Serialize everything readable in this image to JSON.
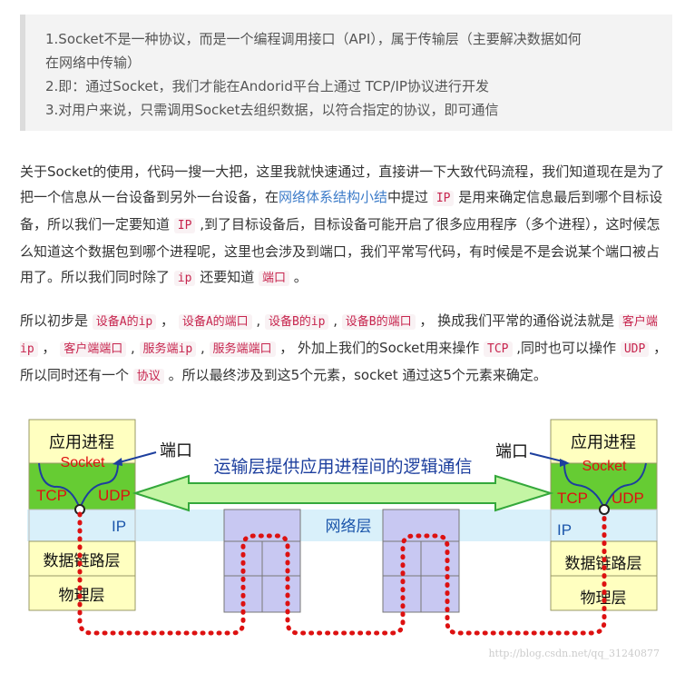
{
  "intro_quote": {
    "lines": [
      "1.Socket不是一种协议，而是一个编程调用接口（API），属于传输层（主要解决数据如何",
      "在网络中传输）",
      "2.即：通过Socket，我们才能在Andorid平台上通过 TCP/IP协议进行开发",
      "3.对用户来说，只需调用Socket去组织数据，以符合指定的协议，即可通信"
    ]
  },
  "para1": {
    "t1": "关于Socket的使用，代码一搜一大把，这里我就快速通过，直接讲一下大致代码流程，我们知道现在是为了把一个信息从一台设备到另外一台设备，在",
    "link": "网络体系结构小结",
    "t2": "中提过 ",
    "c1": "IP",
    "t3": " 是用来确定信息最后到哪个目标设备，所以我们一定要知道 ",
    "c2": "IP",
    "t4": " ,到了目标设备后，目标设备可能开启了很多应用程序（多个进程），这时候怎么知道这个数据包到哪个进程呢，这里也会涉及到端口，我们平常写代码，有时候是不是会说某个端口被占用了。所以我们同时除了 ",
    "c3": "ip",
    "t5": " 还要知道 ",
    "c4": "端口",
    "t6": " 。"
  },
  "para2": {
    "t1": "所以初步是 ",
    "c1": "设备A的ip",
    "t2": " ， ",
    "c2": "设备A的端口",
    "t3": " , ",
    "c3": "设备B的ip",
    "t4": " , ",
    "c4": "设备B的端口",
    "t5": " ， 换成我们平常的通俗说法就是 ",
    "c5": "客户端ip",
    "t6": " ， ",
    "c6": "客户端端口",
    "t7": " , ",
    "c7": "服务端ip",
    "t8": " , ",
    "c8": "服务端端口",
    "t9": " ， 外加上我们的Socket用来操作 ",
    "c9": "TCP",
    "t10": " ,同时也可以操作 ",
    "c10": "UDP",
    "t11": " ，所以同时还有一个 ",
    "c11": "协议",
    "t12": " 。所以最终涉及到这5个元素，socket 通过这5个元素来确定。"
  },
  "diagram": {
    "left_stack": {
      "app": "应用进程",
      "socket": "Socket",
      "tcp": "TCP",
      "udp": "UDP",
      "ip": "IP",
      "link": "数据链路层",
      "phys": "物理层"
    },
    "right_stack": {
      "app": "应用进程",
      "socket": "Socket",
      "tcp": "TCP",
      "udp": "UDP",
      "ip": "IP",
      "link": "数据链路层",
      "phys": "物理层"
    },
    "port_left": "端口",
    "port_right": "端口",
    "arrow_label": "运输层提供应用进程间的逻辑通信",
    "network_layer": "网络层",
    "watermark": "http://blog.csdn.net/qq_31240877",
    "colors": {
      "app_fill": "#ffffc0",
      "transport_fill": "#66cc33",
      "ip_band": "#d9f0fa",
      "router_fill": "#c8c8f2",
      "arrow_fill": "#c4f5a4",
      "arrow_stroke": "#34a83b",
      "path_red": "#dd1111"
    }
  }
}
